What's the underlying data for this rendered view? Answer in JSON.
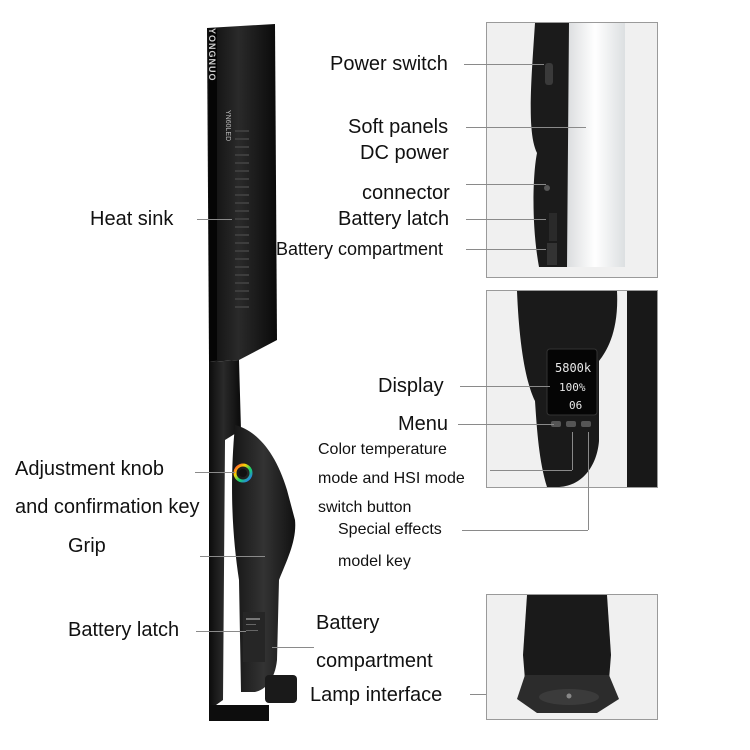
{
  "brand_vertical": "YONGNUO",
  "model_vertical": "YN60LED",
  "labels": {
    "heat_sink": "Heat sink",
    "adjustment_knob_1": "Adjustment knob",
    "adjustment_knob_2": "and confirmation key",
    "grip": "Grip",
    "battery_latch_main": "Battery latch",
    "battery_compartment_main_1": "Battery",
    "battery_compartment_main_2": "compartment",
    "lamp_interface": "Lamp interface",
    "power_switch": "Power switch",
    "soft_panels": "Soft panels",
    "dc_power_1": "DC power",
    "dc_power_2": "connector",
    "battery_latch_top": "Battery latch",
    "battery_compartment_top": "Battery compartment",
    "display": "Display",
    "menu": "Menu",
    "color_temp_1": "Color temperature",
    "color_temp_2": "mode and HSI mode",
    "color_temp_3": "switch button",
    "special_effects_1": "Special effects",
    "special_effects_2": "model key"
  },
  "display_readout": {
    "cct": "5800k",
    "brightness": "100%",
    "effect": "06"
  },
  "colors": {
    "body": "#1a1a1a",
    "panel_bg": "#f2f2f2",
    "soft_panel": "#eef0f2",
    "leader_line": "#8a8a8a",
    "screen_text": "#e8e8e8"
  }
}
